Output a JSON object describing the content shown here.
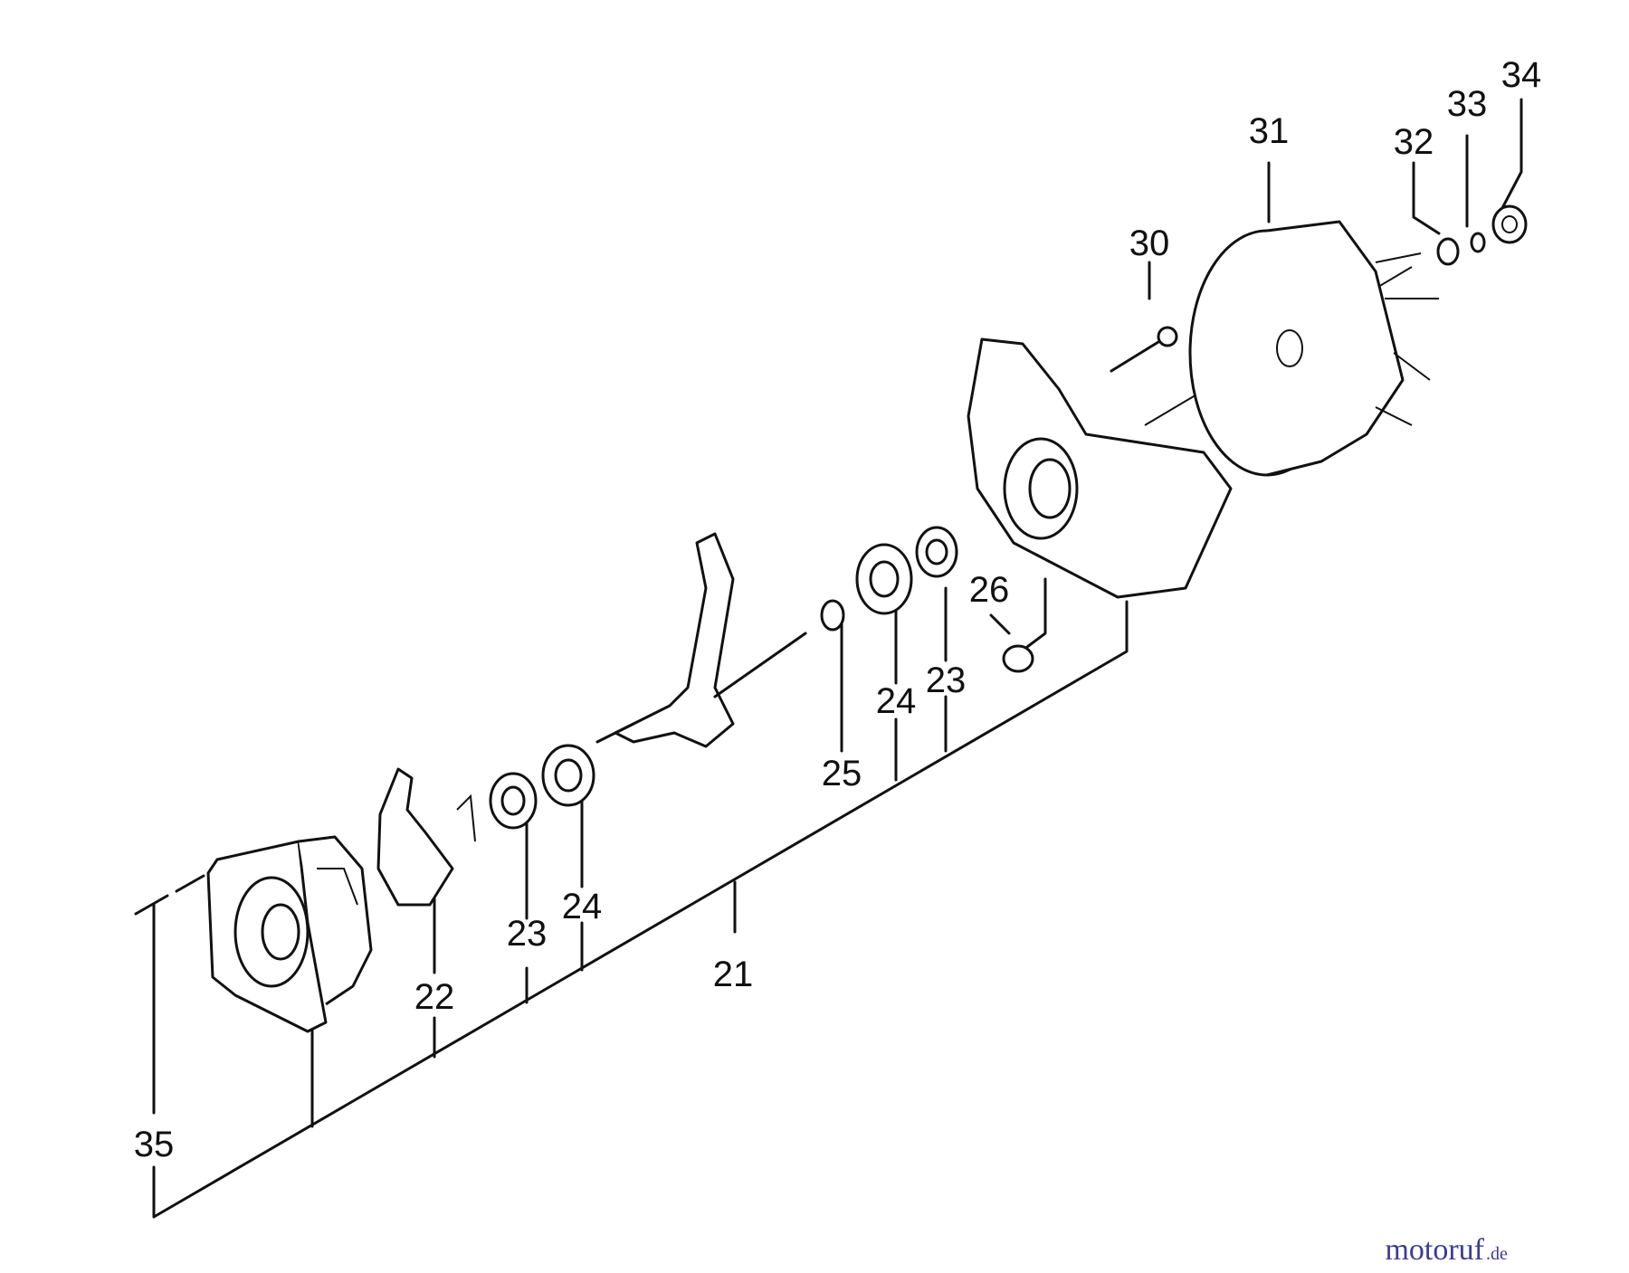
{
  "labels": {
    "p21": "21",
    "p22": "22",
    "p23a": "23",
    "p24a": "24",
    "p23b": "23",
    "p24b": "24",
    "p25": "25",
    "p26": "26",
    "p30": "30",
    "p31": "31",
    "p32": "32",
    "p33": "33",
    "p34": "34",
    "p35": "35"
  },
  "watermark": {
    "main": "motoruf",
    "suffix": ".de",
    "color_main": "#3b3b9a",
    "color_accent": "#c0392b"
  }
}
